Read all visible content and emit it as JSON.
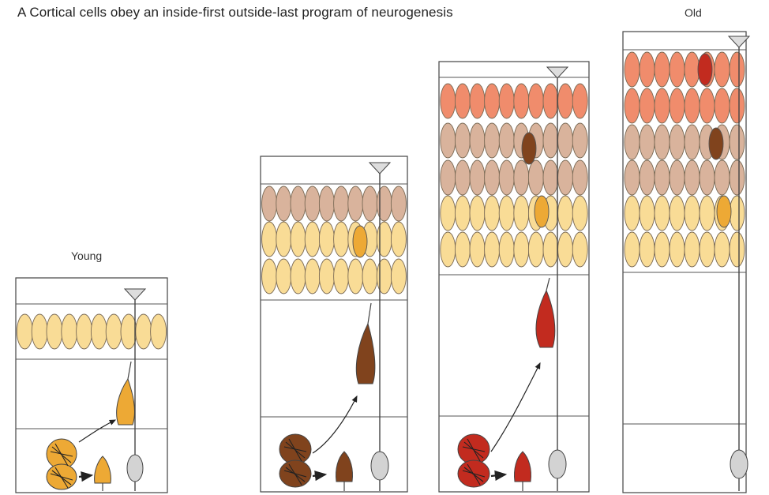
{
  "title": "A  Cortical cells obey an inside-first outside-last program of neurogenesis",
  "stage_labels": {
    "young": "Young",
    "old": "Old"
  },
  "colors": {
    "gen1": "#f9dc96",
    "gen2": "#d9b39c",
    "gen3": "#f08c6c",
    "young_mover": "#eda935",
    "mid_mover": "#80431d",
    "late_mover": "#c22b1f",
    "glia": "#d3d3d3",
    "outline": "#333333"
  }
}
